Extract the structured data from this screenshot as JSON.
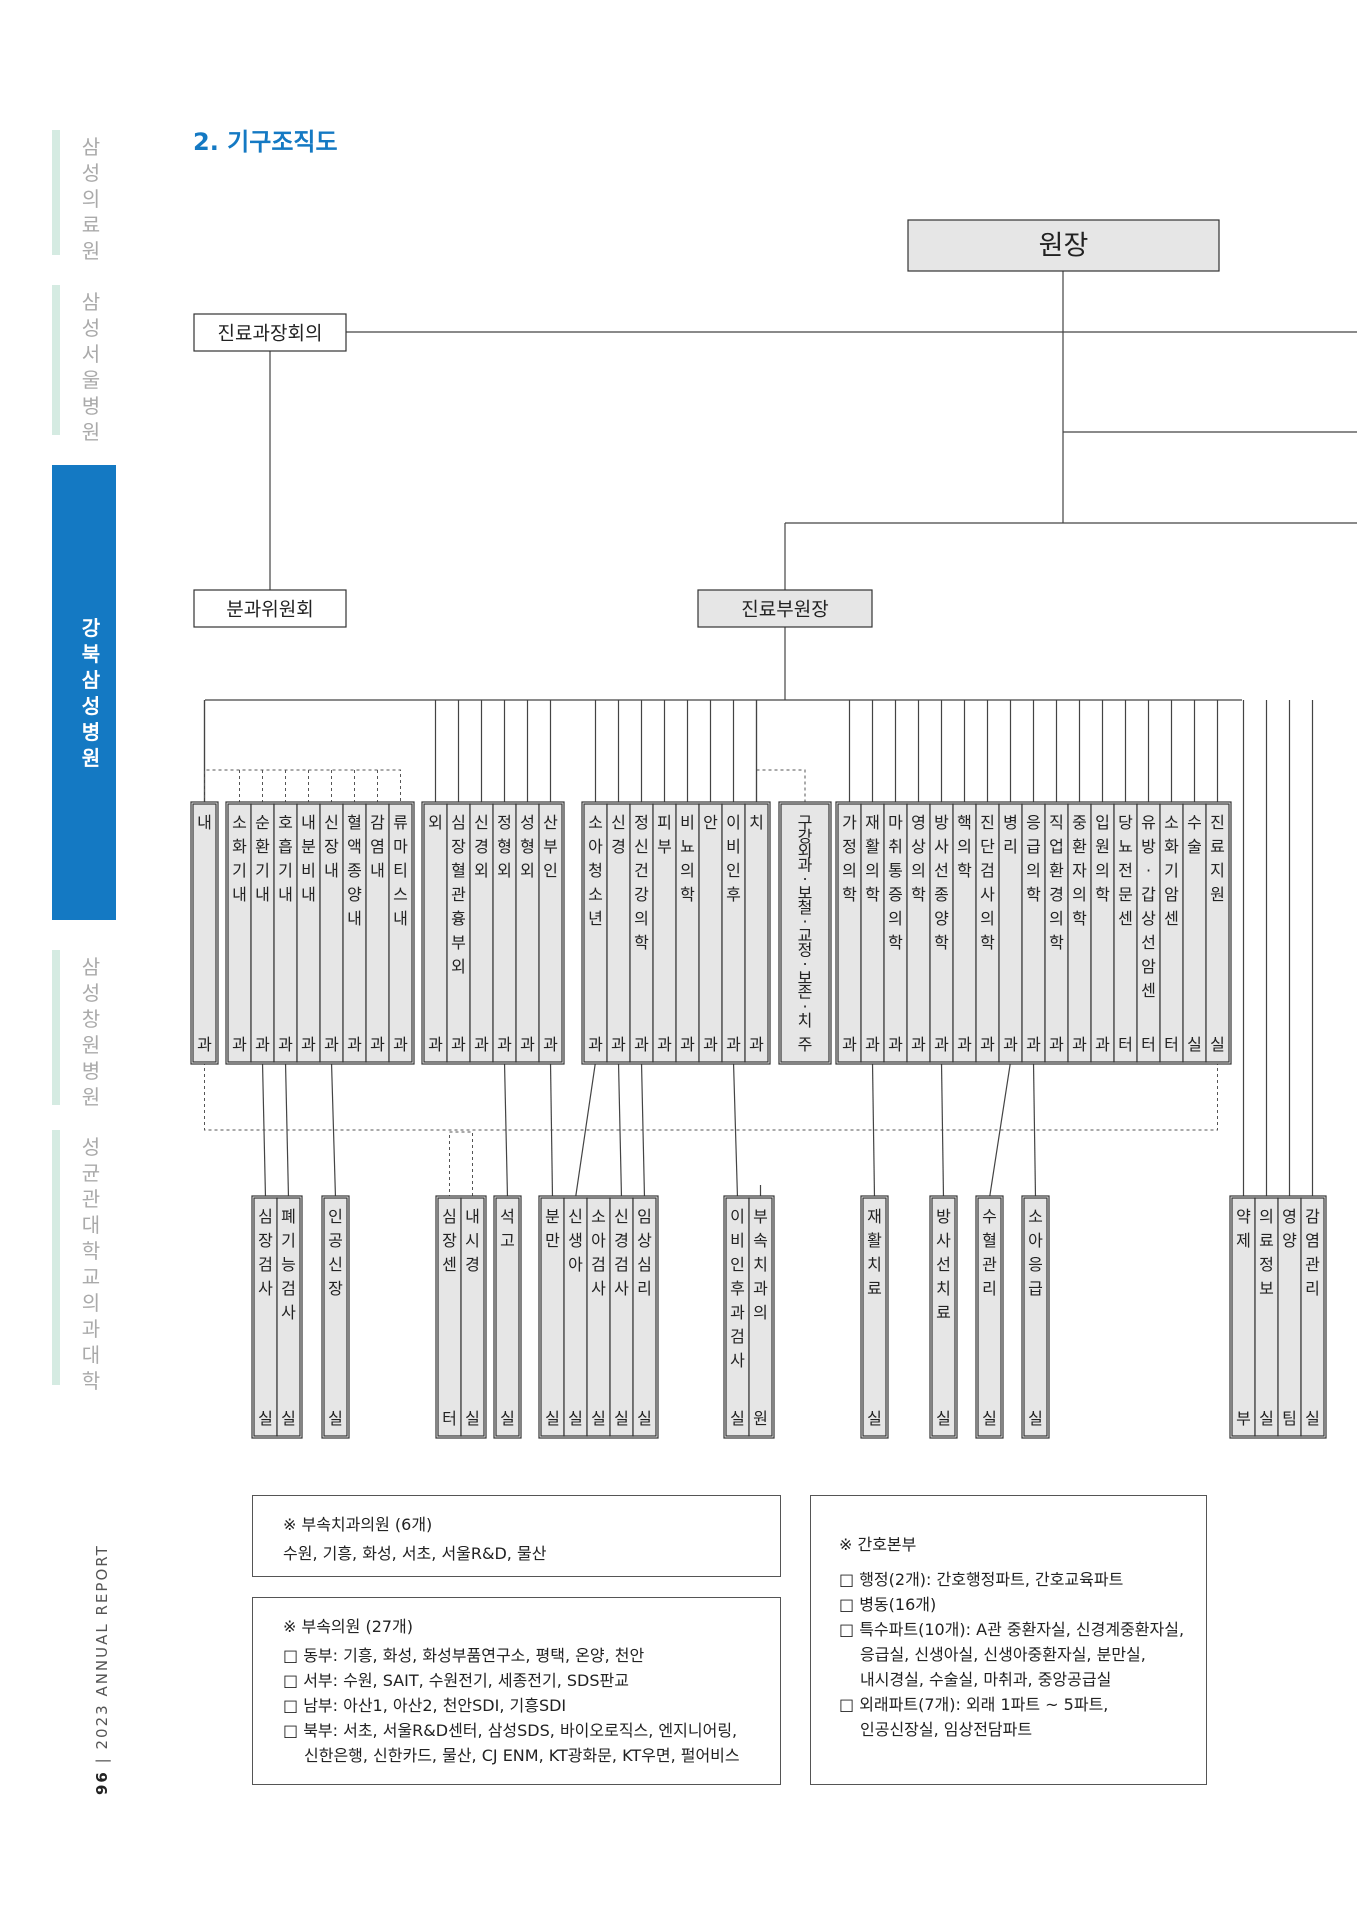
{
  "sidebar": {
    "items": [
      {
        "label": "삼성의료원",
        "active": false
      },
      {
        "label": "삼성서울병원",
        "active": false
      },
      {
        "label": "강북삼성병원",
        "active": true
      },
      {
        "label": "삼성창원병원",
        "active": false
      },
      {
        "label": "성균관대학교 의과대학",
        "active": false
      }
    ]
  },
  "footer": {
    "page": "96",
    "separator": "|",
    "report": "2023 ANNUAL REPORT"
  },
  "section_title": "2. 기구조직도",
  "org": {
    "top": [
      "원장",
      "진료과장회의",
      "분과위원회",
      "진료부원장"
    ],
    "depts": [
      "내과",
      "소화기내과",
      "순환기내과",
      "호흡기내과",
      "내분비내과",
      "신장내과",
      "혈액종양내과",
      "감염내과",
      "류마티스내과",
      "외과",
      "심장혈관흉부외과",
      "신경외과",
      "정형외과",
      "성형외과",
      "산부인과",
      "소아청소년과",
      "신경과",
      "정신건강의학과",
      "피부과",
      "비뇨의학과",
      "안과",
      "이비인후과",
      "치과",
      "구강외과·보철·교정·보존·치주",
      "가정의학과",
      "재활의학과",
      "마취통증의학과",
      "영상의학과",
      "방사선종양학과",
      "핵의학과",
      "진단검사의학과",
      "병리과",
      "응급의학과",
      "직업환경의학과",
      "중환자의학과",
      "입원의학과",
      "당뇨전문센터",
      "유방·갑상선암센터",
      "소화기암센터",
      "수술실",
      "진료지원실"
    ],
    "units": [
      "심장검사실",
      "폐기능검사실",
      "인공신장실",
      "심장센터",
      "내시경실",
      "석고실",
      "분만실",
      "신생아실",
      "소아검사실",
      "신경검사실",
      "임상심리실",
      "이비인후과검사실",
      "부속치과의원",
      "재활치료실",
      "방사선치료실",
      "수혈관리실",
      "소아응급실",
      "약제부",
      "의료정보실",
      "영양팀",
      "감염관리실"
    ]
  },
  "notes": {
    "dental": {
      "title": "※ 부속치과의원 (6개)",
      "body": "수원, 기흥, 화성, 서초, 서울R&D, 물산"
    },
    "clinics": {
      "title": "※ 부속의원 (27개)",
      "lines": [
        "□ 동부: 기흥, 화성, 화성부품연구소, 평택, 온양, 천안",
        "□ 서부: 수원, SAIT, 수원전기, 세종전기, SDS판교",
        "□ 남부: 아산1, 아산2, 천안SDI, 기흥SDI",
        "□ 북부: 서초, 서울R&D센터, 삼성SDS, 바이오로직스, 엔지니어링,",
        "신한은행, 신한카드, 물산, CJ ENM, KT광화문, KT우면, 펄어비스"
      ]
    },
    "nursing": {
      "title": "※ 간호본부",
      "lines": [
        "□ 행정(2개): 간호행정파트, 간호교육파트",
        "□ 병동(16개)",
        "□ 특수파트(10개): A관 중환자실, 신경계중환자실,",
        "응급실, 신생아실, 신생아중환자실, 분만실,",
        "내시경실, 수술실, 마취과, 중앙공급실",
        "□ 외래파트(7개): 외래 1파트 ~ 5파트,",
        "인공신장실, 임상전담파트"
      ]
    }
  }
}
